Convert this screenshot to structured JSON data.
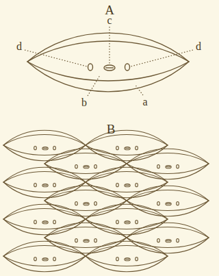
{
  "diagram": {
    "labels": [
      "A",
      "c",
      "d",
      "d",
      "b",
      "a",
      "B"
    ]
  }
}
